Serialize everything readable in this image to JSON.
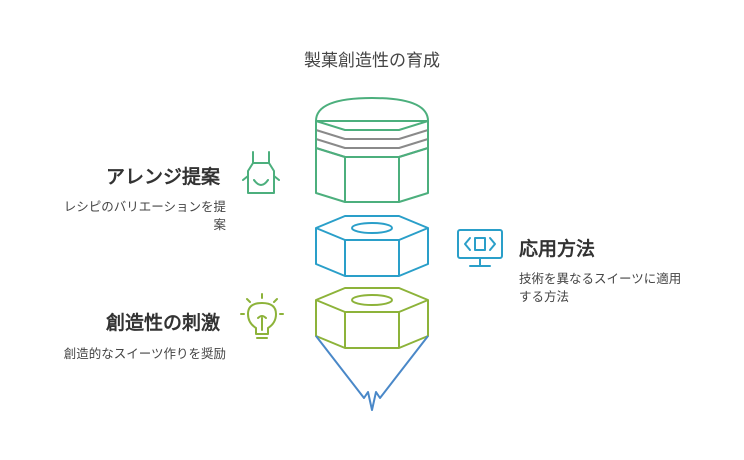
{
  "title": "製菓創造性の育成",
  "sections": {
    "arrange": {
      "heading": "アレンジ提案",
      "desc_line1": "レシピのバリエーションを提",
      "desc_line2": "案",
      "icon": "apron-icon",
      "color": "#4caf7d"
    },
    "apply": {
      "heading": "応用方法",
      "desc_line1": "技術を異なるスイーツに適用",
      "desc_line2": "する方法",
      "icon": "monitor-code-icon",
      "color": "#2a9fc9"
    },
    "stimulate": {
      "heading": "創造性の刺激",
      "desc_line1": "創造的なスイーツ作りを奨励",
      "icon": "lightbulb-icon",
      "color": "#8db33a"
    }
  },
  "colors": {
    "green": "#4caf7d",
    "gray": "#8a8a8a",
    "blue": "#2a9fc9",
    "olive": "#8db33a",
    "tip_blue": "#4a88c8"
  }
}
